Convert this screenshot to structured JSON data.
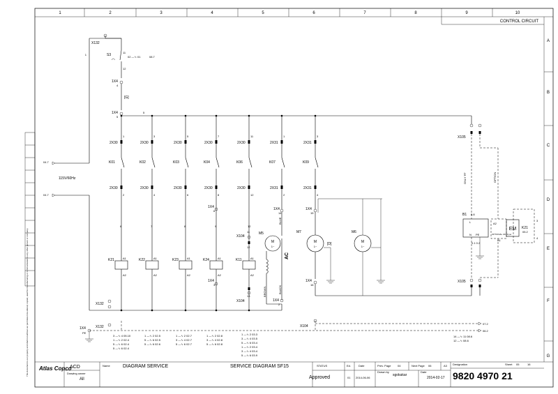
{
  "header": {
    "columns": [
      "1",
      "2",
      "3",
      "4",
      "5",
      "6",
      "7",
      "8",
      "9",
      "10"
    ],
    "rows": [
      "A",
      "B",
      "C",
      "D",
      "E",
      "F",
      "G"
    ],
    "section_title": "CONTROL CIRCUIT"
  },
  "supply": {
    "voltage": "115V/60Hz",
    "left_ref_top": "04.7",
    "left_ref_bottom": "04.7",
    "terminal_top": "X132",
    "wire_1": "1",
    "switch": "S3",
    "switch_ref": "02 —∿ 01",
    "switch_ref2": "08.7",
    "pin_11": "11",
    "pin_12": "12",
    "tx4_a": "1X4",
    "tx4_a_pin": "4",
    "bracket_g": "[G]",
    "tx4_b": "1X4",
    "tx4_b_pin": "5",
    "bus_label": "5"
  },
  "columns": [
    {
      "terminal_top": "2X30",
      "pin_top": "1",
      "relay": "K01",
      "terminal_bot": "2X30",
      "pin_bot": "2",
      "wire": "6",
      "coil": "K21"
    },
    {
      "terminal_top": "2X30",
      "pin_top": "3",
      "relay": "K02",
      "terminal_bot": "2X30",
      "pin_bot": "4",
      "wire": "7",
      "coil": "K22"
    },
    {
      "terminal_top": "2X30",
      "pin_top": "5",
      "relay": "K03",
      "terminal_bot": "2X30",
      "pin_bot": "6",
      "wire": "8",
      "coil": "K23"
    },
    {
      "terminal_top": "2X30",
      "pin_top": "7",
      "relay": "K04",
      "terminal_bot": "2X30",
      "pin_bot": "8",
      "wire": "9",
      "coil": "K24"
    },
    {
      "terminal_top": "2X30",
      "pin_top": "11",
      "relay": "K06",
      "terminal_bot": "2X30",
      "pin_bot": "12",
      "wire": "12",
      "coil": "K11"
    },
    {
      "terminal_top": "2X31",
      "pin_top": "1",
      "relay": "K07",
      "terminal_bot": "2X31",
      "pin_bot": "2",
      "wire": "",
      "coil": ""
    },
    {
      "terminal_top": "2X31",
      "pin_top": "3",
      "relay": "K09",
      "terminal_bot": "2X31",
      "pin_bot": "4",
      "wire": "",
      "coil": ""
    }
  ],
  "coil_pins": {
    "a1": "A1",
    "a2": "A2"
  },
  "col4_extra": {
    "term_a": "1X4",
    "term_a_pin": "6",
    "term_b": "1X4",
    "term_b_pin": "3"
  },
  "col5_extra": {
    "term_a": "X104",
    "term_a_pin1": "11",
    "term_a_pin2": "12",
    "term_b": "X104",
    "term_b_pin": "13"
  },
  "motors": {
    "m5": {
      "name": "M5",
      "label": "M",
      "phase": "1~",
      "type": "AC",
      "wire_top": "BLUE",
      "wire_bot": "BLACK",
      "wire_side": "BROWN",
      "term": "1X4",
      "term_pin_top": "14",
      "term_pin_bot": "2"
    },
    "m7": {
      "name": "M7",
      "label": "M",
      "phase": "1~",
      "bracket": "[D]",
      "term": "1X4",
      "term_pin_top": "15",
      "term_pin_bot": "16"
    },
    "m6": {
      "name": "M6",
      "label": "M",
      "phase": "1~"
    }
  },
  "option_block": {
    "x105_top": "X105",
    "x105_bot": "X105",
    "only_ff": "ONLY FF",
    "option": "OPTION",
    "b1": "B1",
    "b1_ref": "0.8",
    "b1_l": "L",
    "b1_n": "N",
    "b1_pe": "PE",
    "b1_pins": "0.1   0.2",
    "a2": "A2",
    "a1": "A1",
    "optional_dryer": "OPTIONAL CD Dryer",
    "em": "EM",
    "k21": "K21",
    "k21_ref": "05.2",
    "pin_3": "3",
    "pin_4": "4"
  },
  "bottom": {
    "x132_a": "X132",
    "x132_b": "X132",
    "tx4_pe": "1X4",
    "pe": "PE",
    "x104": "X104",
    "ref_right_1": "07.2",
    "ref_right_2": "06.2",
    "k21_contacts": [
      "3 —∿ 4 05.10",
      "1 —∿ 2 02.4",
      "5 —∿ 6 02.4",
      "5 —∿ 6 02.4"
    ],
    "k22_contacts": [
      "1 —∿ 2 02.5",
      "5 —∿ 6 02.5",
      "5 —∿ 6 02.6"
    ],
    "k23_contacts": [
      "1 —∿ 2 02.7",
      "3 —∿ 4 02.7",
      "5 —∿ 6 02.7"
    ],
    "k24_contacts": [
      "1 —∿ 2 02.8",
      "3 —∿ 4 02.8",
      "5 —∿ 6 02.8"
    ],
    "k11_contacts": [
      "1 —∿ 2 03.3",
      "3 —∿ 4 03.5",
      "5 —∿ 6 03.4",
      "1 —∿ 2 03.4",
      "3 —∿ 4 03.4",
      "5 —∿ 6 03.9"
    ],
    "right_contacts": [
      "14 —∿ 11 08.6",
      "12 —∿ 08.6"
    ]
  },
  "title_block": {
    "logo": "Atlas Copco",
    "acd": "ACD",
    "drawing_owner_label": "Drawing owner",
    "drawing_owner": "All",
    "name_label": "Name",
    "name": "DIAGRAM SERVICE",
    "description": "SERVICE DIAGRAM SF15",
    "status_label": "STATUS",
    "status": "Approved",
    "ed_label": "Ed.",
    "ed": "01",
    "date_label": "Date",
    "date": "2014-06-06",
    "prev_page_label": "Prev. Page",
    "prev_page": "04",
    "next_page_label": "Next Page",
    "next_page": "06",
    "size": "A3",
    "drawn_label": "Drawn by",
    "drawn_by": "sgokakar",
    "date2_label": "Date",
    "date2": "2014-02-17",
    "designation_label": "Designation",
    "designation": "9820 4970 21",
    "sheet_label": "Sheet",
    "sheet": "05",
    "sheet_of": "16"
  },
  "side_note": "This document is our property and shall not without our permission be altered, copied, used for manufacturing or communicated to any other person or company."
}
